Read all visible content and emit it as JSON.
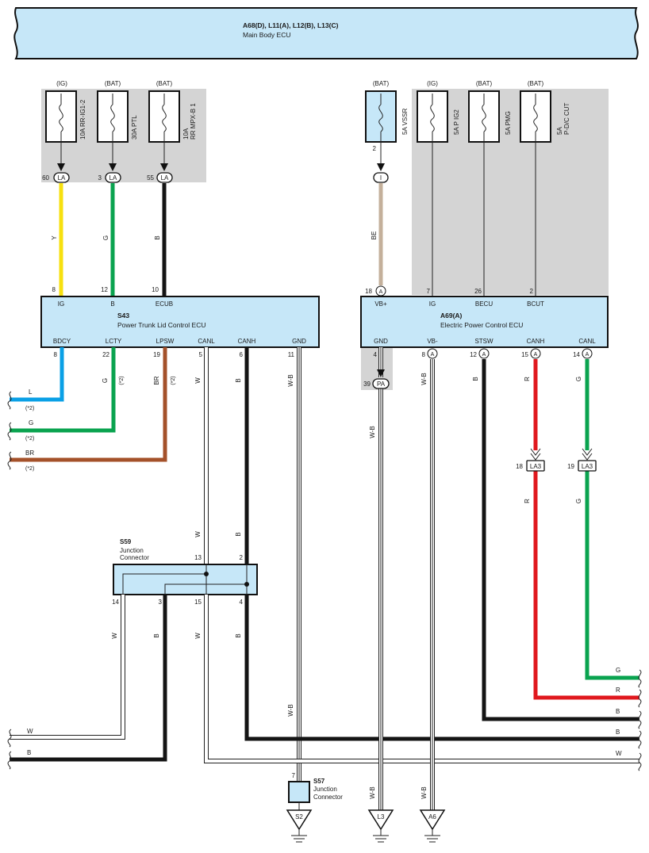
{
  "main_body_ecu": {
    "code": "A68(D), L11(A), L12(B), L13(C)",
    "name": "Main Body ECU"
  },
  "fuses": [
    {
      "id": "f1",
      "supply": "(IG)",
      "label": "10A RR-IG1-2",
      "pin": "60",
      "connector": "LA"
    },
    {
      "id": "f2",
      "supply": "(BAT)",
      "label": "30A PTL",
      "pin": "3",
      "connector": "LA"
    },
    {
      "id": "f3",
      "supply": "(BAT)",
      "label_l1": "10A",
      "label_l2": "RR MPX-B 1",
      "pin": "55",
      "connector": "LA"
    },
    {
      "id": "f4",
      "supply": "(BAT)",
      "label": "5A VSSR",
      "pin": "2"
    },
    {
      "id": "f5",
      "supply": "(IG)",
      "label": "5A P IG2"
    },
    {
      "id": "f6",
      "supply": "(BAT)",
      "label": "5A PMG"
    },
    {
      "id": "f7",
      "supply": "(BAT)",
      "label_l1": "5A",
      "label_l2": "P-D/C CUT"
    }
  ],
  "inline_connector_i": "I",
  "ptl_ecu": {
    "code": "S43",
    "name": "Power Trunk Lid Control ECU",
    "top_pins": [
      {
        "pin": "8",
        "name": "IG"
      },
      {
        "pin": "12",
        "name": "B"
      },
      {
        "pin": "10",
        "name": "ECUB"
      }
    ],
    "bottom_pins": [
      {
        "pin": "8",
        "name": "BDCY"
      },
      {
        "pin": "22",
        "name": "LCTY"
      },
      {
        "pin": "19",
        "name": "LPSW"
      },
      {
        "pin": "5",
        "name": "CANL"
      },
      {
        "pin": "6",
        "name": "CANH"
      },
      {
        "pin": "11",
        "name": "GND"
      }
    ]
  },
  "epc_ecu": {
    "code": "A69(A)",
    "name": "Electric Power Control ECU",
    "pin_connector": "A",
    "top_pins": [
      {
        "pin": "18",
        "name": "VB+"
      },
      {
        "pin": "7",
        "name": "IG"
      },
      {
        "pin": "26",
        "name": "BECU"
      },
      {
        "pin": "2",
        "name": "BCUT"
      }
    ],
    "bottom_pins": [
      {
        "pin": "4",
        "name": "GND"
      },
      {
        "pin": "8",
        "name": "VB-"
      },
      {
        "pin": "12",
        "name": "STSW"
      },
      {
        "pin": "15",
        "name": "CANH"
      },
      {
        "pin": "14",
        "name": "CANL"
      }
    ]
  },
  "junction_s59": {
    "code": "S59",
    "name_l1": "Junction",
    "name_l2": "Connector",
    "pins": {
      "p14": "14",
      "p3": "3",
      "p13": "13",
      "p2": "2",
      "p15": "15",
      "p4": "4"
    }
  },
  "junction_s57": {
    "code": "S57",
    "name_l1": "Junction",
    "name_l2": "Connector",
    "pin": "7"
  },
  "connectors": {
    "pa": {
      "pin": "39",
      "name": "PA"
    },
    "la3_r": {
      "pin": "18",
      "name": "LA3"
    },
    "la3_g": {
      "pin": "19",
      "name": "LA3"
    }
  },
  "grounds": [
    "S2",
    "L3",
    "A6"
  ],
  "wire_labels": {
    "y": "Y",
    "g": "G",
    "b": "B",
    "be": "BE",
    "w": "W",
    "wb": "W-B",
    "r": "R",
    "l": "L",
    "br": "BR",
    "note2": "(*2)"
  },
  "colors": {
    "yellow": "#f7e00f",
    "green": "#0aa34f",
    "black": "#141414",
    "beige": "#c4b09b",
    "blue": "#0aa0e6",
    "brown": "#a4512a",
    "red": "#e0181e",
    "ecu_fill": "#c6e7f8",
    "shade": "#d4d4d4"
  }
}
